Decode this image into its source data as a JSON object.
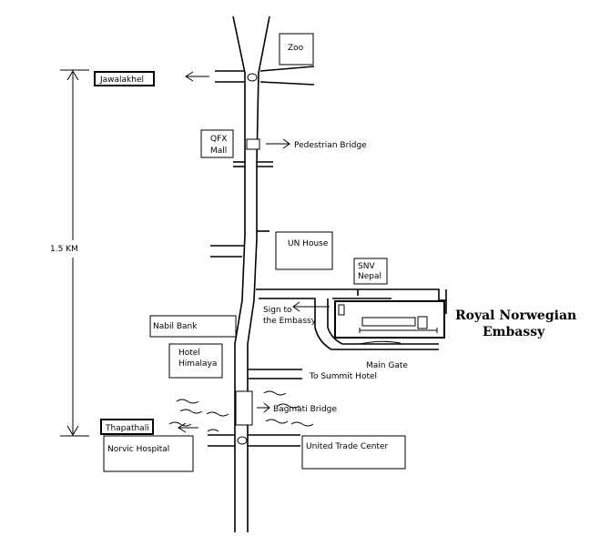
{
  "map": {
    "places": {
      "zoo": "Zoo",
      "jawalakhel": "Jawalakhel",
      "qfx_mall_line1": "QFX",
      "qfx_mall_line2": "Mall",
      "pedestrian_bridge": "Pedestrian Bridge",
      "un_house": "UN House",
      "snv_line1": "SNV",
      "snv_line2": "Nepal",
      "sign_line1": "Sign to",
      "sign_line2": "the Embassy",
      "embassy_line1": "Royal Norwegian",
      "embassy_line2": "Embassy",
      "nabil_bank": "Nabil Bank",
      "hotel_line1": "Hotel",
      "hotel_line2": "Himalaya",
      "main_gate": "Main Gate",
      "summit_hotel": "To Summit Hotel",
      "bagmati_bridge": "Bagmati Bridge",
      "thapathali": "Thapathali",
      "norvic": "Norvic Hospital",
      "utc": "United Trade Center"
    },
    "distance": "1.5 KM"
  }
}
